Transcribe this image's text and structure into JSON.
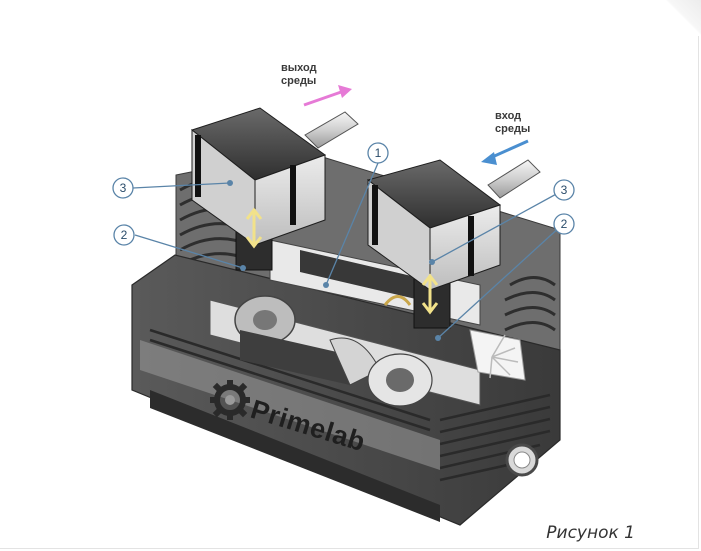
{
  "labels": {
    "outlet_line1": "выход",
    "outlet_line2": "среды",
    "inlet_line1": "вход",
    "inlet_line2": "среды"
  },
  "callouts": [
    "1",
    "2",
    "2",
    "3",
    "3"
  ],
  "brand": "Primelab",
  "caption": "Рисунок 1",
  "colors": {
    "outlet_arrow": "#e67ad6",
    "inlet_arrow": "#4a8fd0",
    "callout": "#5a84a8",
    "body_dark": "#3b3b3b",
    "body_mid": "#8a8a8a",
    "body_light": "#d9d9d9",
    "stroke_arrow": "#f2e28a"
  }
}
